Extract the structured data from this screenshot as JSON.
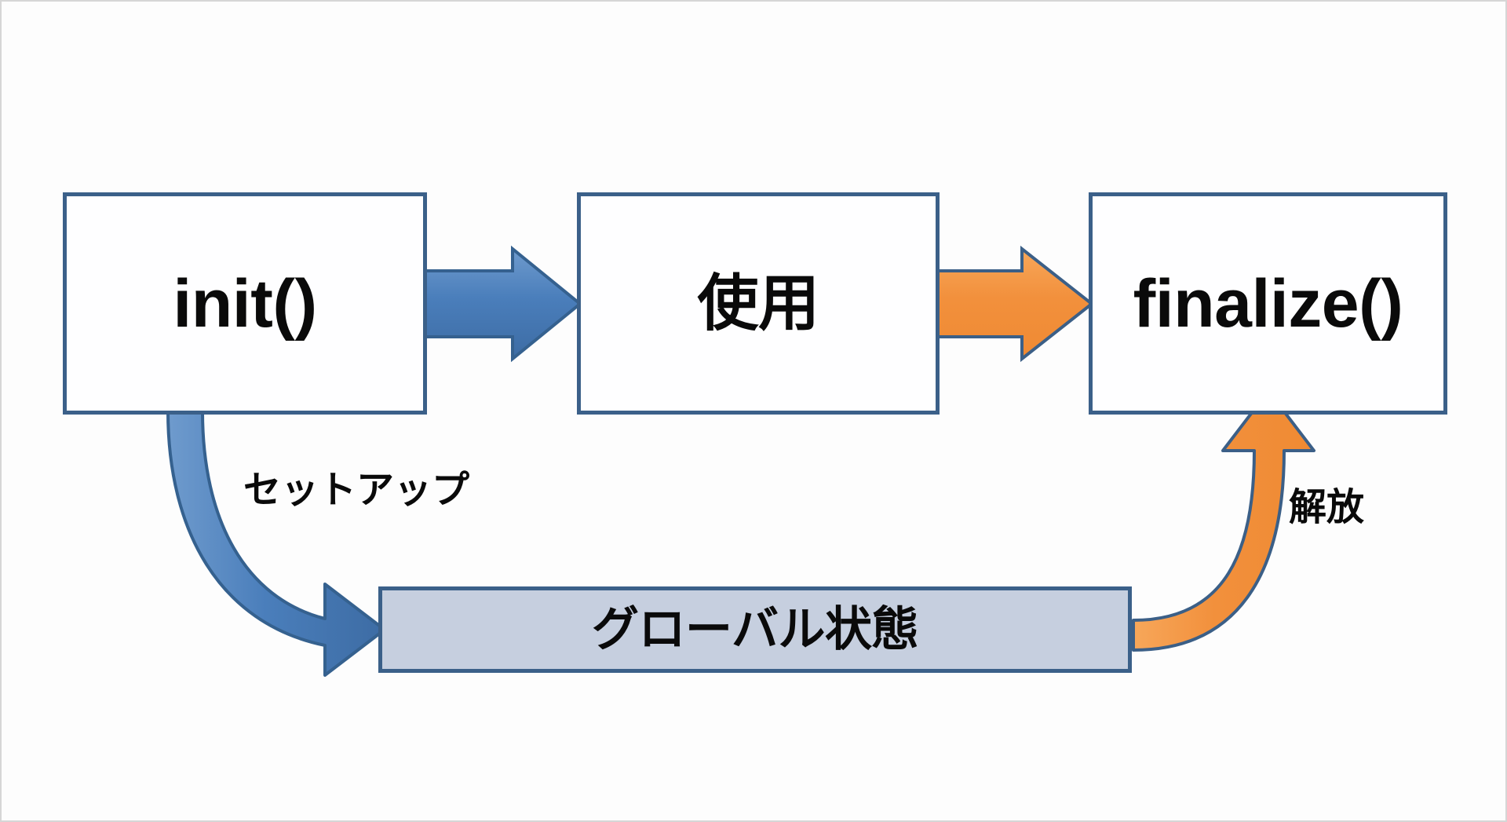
{
  "diagram": {
    "title": "Resource lifecycle with global state",
    "type": "flow-diagram",
    "colors": {
      "box_border": "#3b6089",
      "box_fill": "#fefeff",
      "global_fill": "#c6cfdf",
      "blue_arrow": "#4a7ebb",
      "blue_arrow_edge": "#35618f",
      "orange_arrow": "#f2903c",
      "orange_arrow_edge": "#3b5f87",
      "text": "#0a0a0a",
      "canvas_background": "#fdfdfd",
      "canvas_border": "#d6d6d6"
    },
    "nodes": [
      {
        "id": "init",
        "label": "init()",
        "script": "latin"
      },
      {
        "id": "use",
        "label": "使用",
        "script": "cjk"
      },
      {
        "id": "final",
        "label": "finalize()",
        "script": "latin"
      },
      {
        "id": "global",
        "label": "グローバル状態",
        "script": "cjk"
      }
    ],
    "edges": [
      {
        "id": "init-to-use",
        "from": "init",
        "to": "use",
        "label": "",
        "style": "straight-block-arrow",
        "color": "blue"
      },
      {
        "id": "use-to-final",
        "from": "use",
        "to": "final",
        "label": "",
        "style": "straight-block-arrow",
        "color": "orange"
      },
      {
        "id": "init-to-global",
        "from": "init",
        "to": "global",
        "label": "セットアップ",
        "style": "curved-block-arrow",
        "color": "blue"
      },
      {
        "id": "global-to-final",
        "from": "global",
        "to": "final",
        "label": "解放",
        "style": "curved-block-arrow",
        "color": "orange"
      }
    ]
  }
}
